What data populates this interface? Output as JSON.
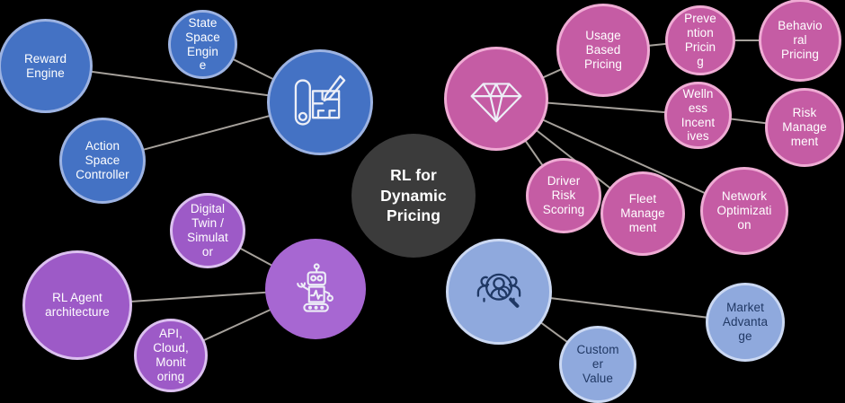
{
  "center": {
    "label": "RL for\nDynamic\nPricing"
  },
  "colors": {
    "background": "#000000",
    "blue_fill": "#4472C4",
    "blue_border": "#9DB3E2",
    "purple_fill": "#9D5AC7",
    "purple_hub_fill": "#A767D2",
    "purple_border": "#DCC0F0",
    "pink_fill": "#C55CA4",
    "pink_border": "#EFABD4",
    "lightblue_fill": "#8FA9DD",
    "lightblue_border": "#CBD8F2",
    "lightblue_text": "#203864",
    "center_fill": "#3B3B3B",
    "connector": "#A6A19B"
  },
  "clusters": {
    "design": {
      "hub_icon": "blueprint-icon",
      "nodes": {
        "reward": {
          "label": "Reward\nEngine"
        },
        "state": {
          "label": "State\nSpace\nEngin\ne"
        },
        "action": {
          "label": "Action\nSpace\nController"
        }
      }
    },
    "agent": {
      "hub_icon": "robot-icon",
      "nodes": {
        "digital": {
          "label": "Digital\nTwin /\nSimulat\nor"
        },
        "architecture": {
          "label": "RL Agent\narchitecture"
        },
        "api": {
          "label": "API,\nCloud,\nMonit\noring"
        }
      }
    },
    "pricing": {
      "hub_icon": "diamond-icon",
      "nodes": {
        "usage": {
          "label": "Usage\nBased\nPricing"
        },
        "prevention": {
          "label": "Preve\nntion\nPricin\ng"
        },
        "behavioral": {
          "label": "Behavio\nral\nPricing"
        },
        "wellness": {
          "label": "Welln\ness\nIncent\nives"
        },
        "risk": {
          "label": "Risk\nManage\nment"
        },
        "driver": {
          "label": "Driver\nRisk\nScoring"
        },
        "fleet": {
          "label": "Fleet\nManage\nment"
        },
        "network": {
          "label": "Network\nOptimizati\non"
        }
      }
    },
    "value": {
      "hub_icon": "people-search-icon",
      "nodes": {
        "customer": {
          "label": "Custom\ner\nValue"
        },
        "market": {
          "label": "Market\nAdvanta\nge"
        }
      }
    }
  }
}
